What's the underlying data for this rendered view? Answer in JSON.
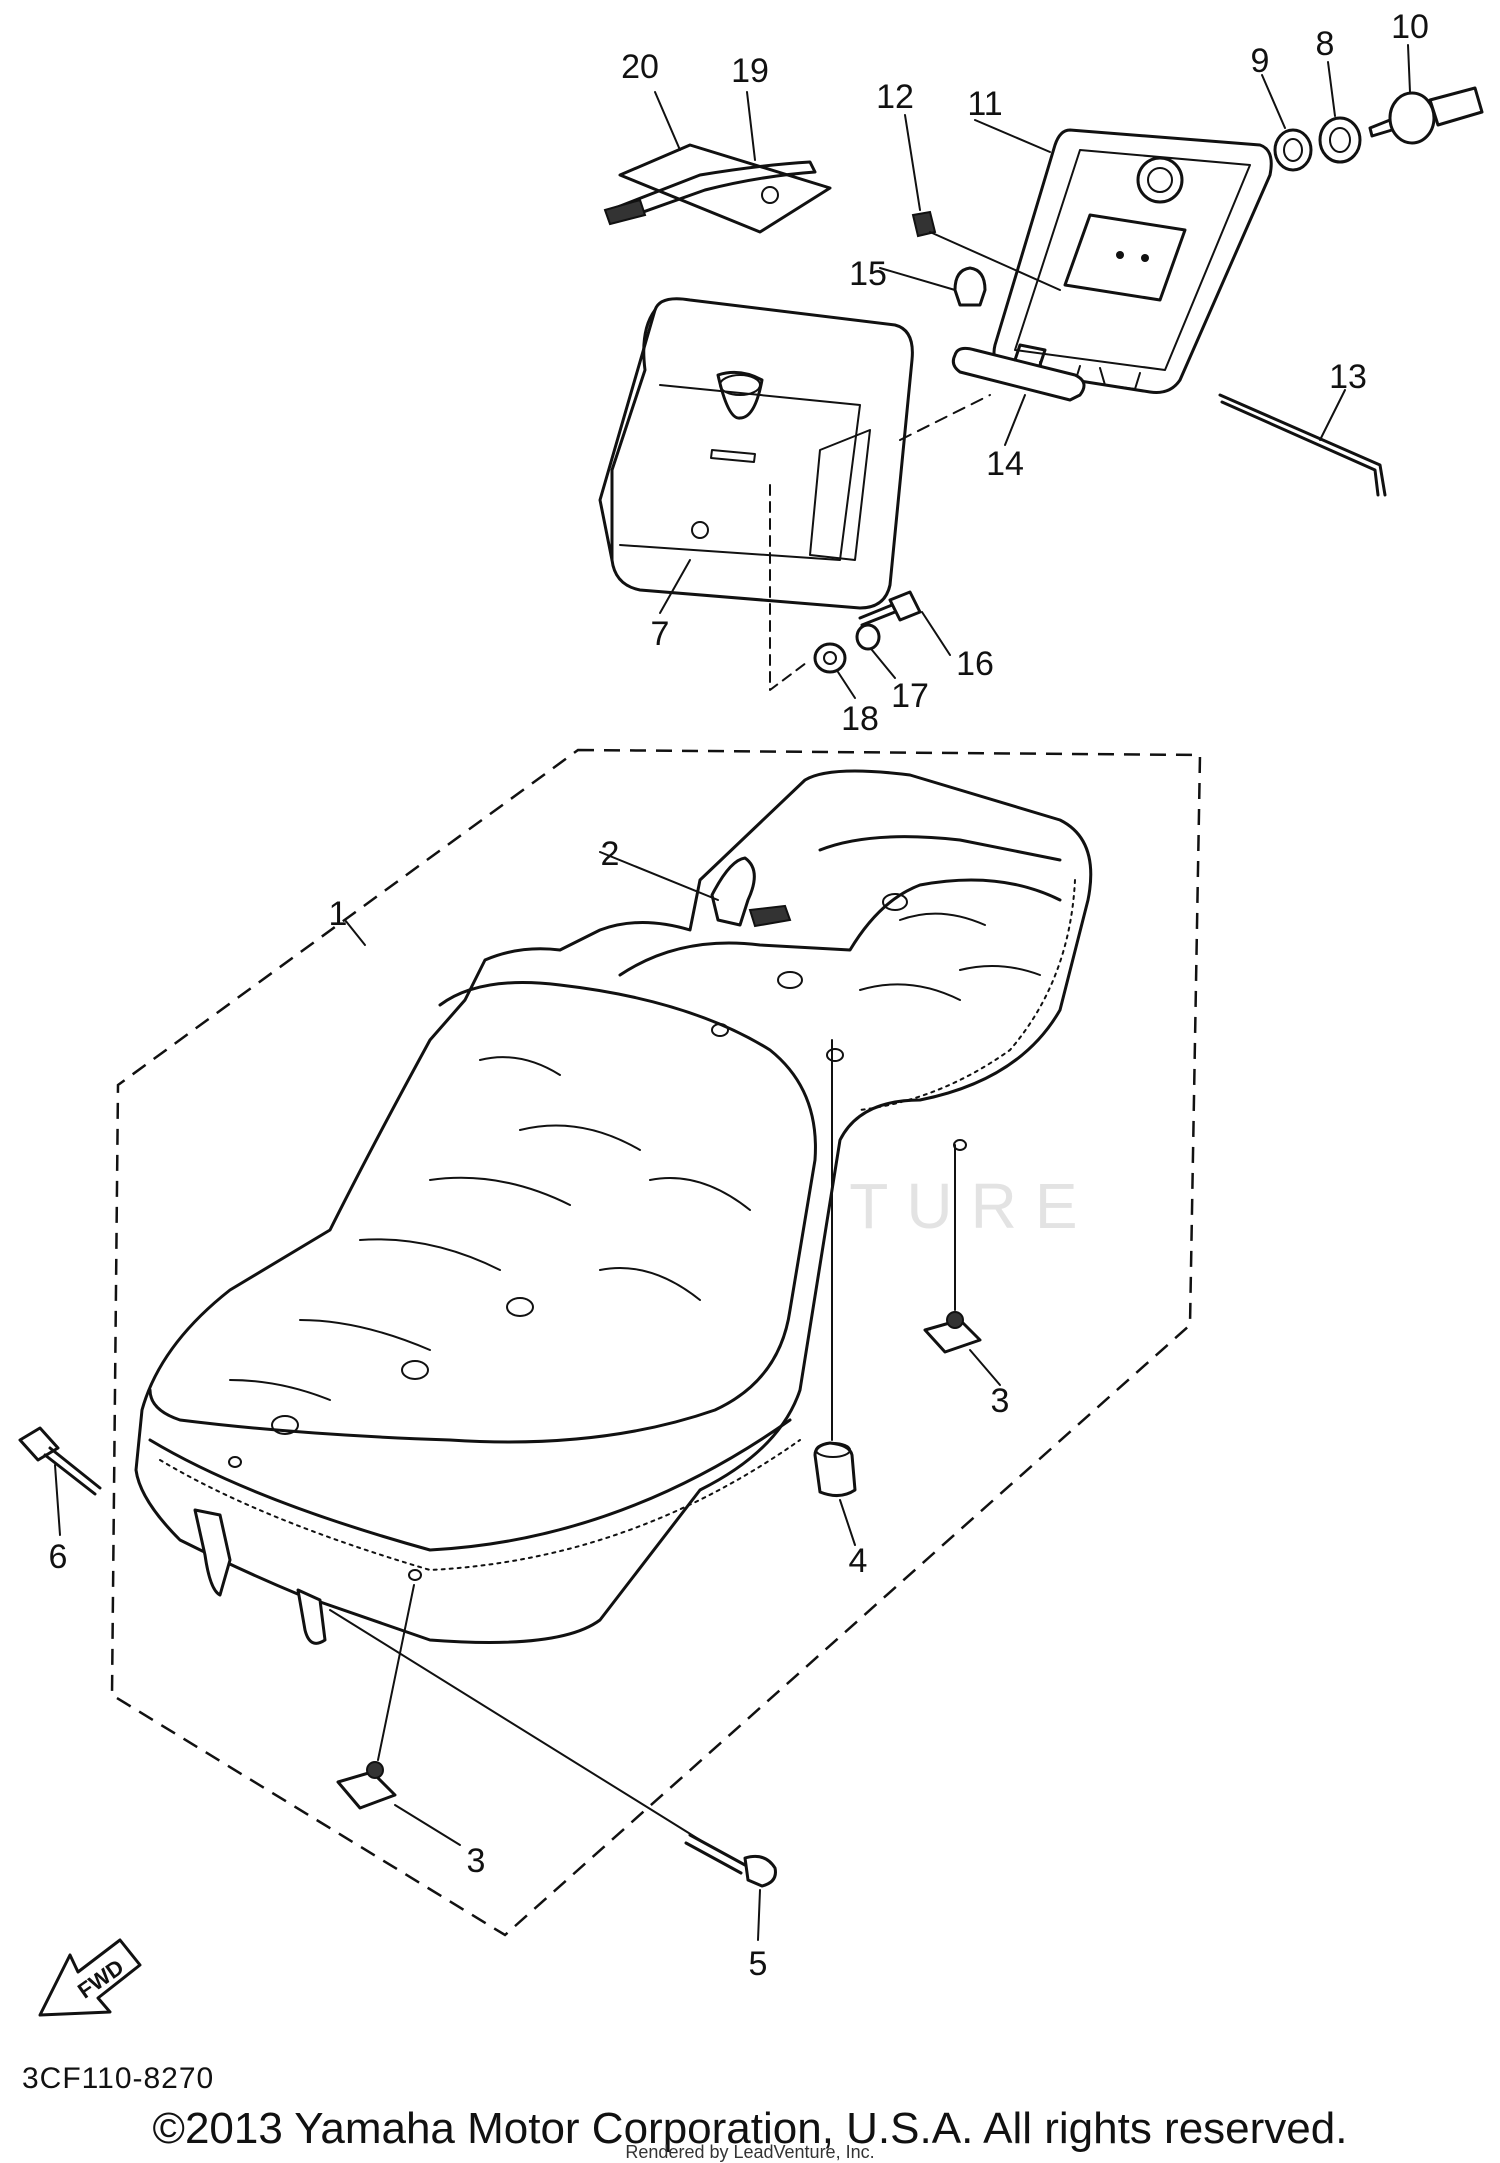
{
  "watermark": "LEADVENTURE",
  "fwd_arrow_label": "FWD",
  "diagram_code": "3CF110-8270",
  "copyright": "©2013 Yamaha Motor Corporation, U.S.A. All rights reserved.",
  "rendered_by": "Rendered by LeadVenture, Inc.",
  "callouts": {
    "c1": "1",
    "c2": "2",
    "c3a": "3",
    "c3b": "3",
    "c4": "4",
    "c5": "5",
    "c6": "6",
    "c7": "7",
    "c8": "8",
    "c9": "9",
    "c10": "10",
    "c11": "11",
    "c12": "12",
    "c13": "13",
    "c14": "14",
    "c15": "15",
    "c16": "16",
    "c17": "17",
    "c18": "18",
    "c19": "19",
    "c20": "20"
  }
}
